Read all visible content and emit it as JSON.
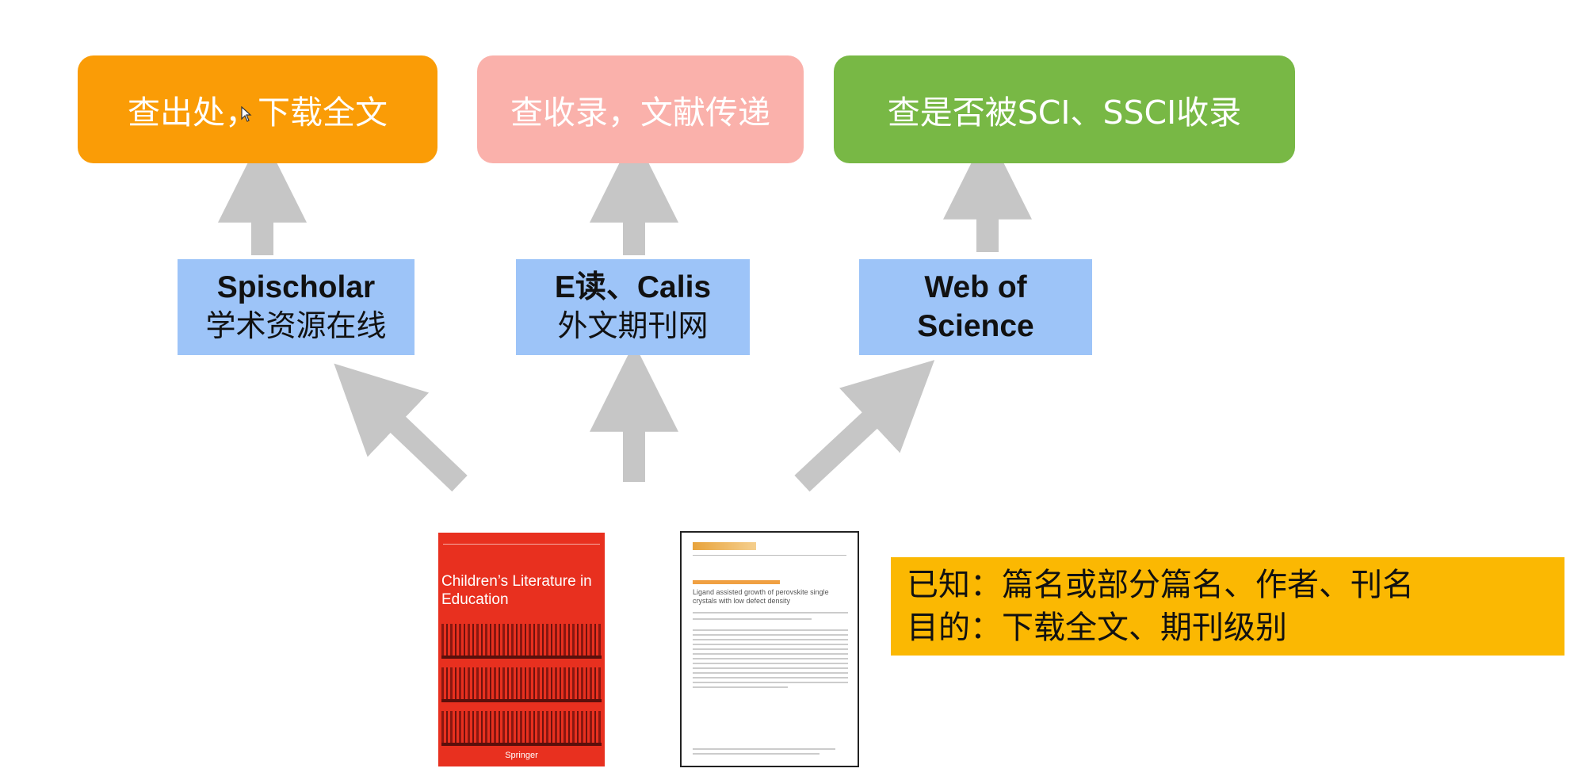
{
  "goals": {
    "left": "查出处，下载全文",
    "middle": "查收录，文献传递",
    "right": "查是否被SCI、SSCI收录"
  },
  "tools": {
    "spischolar": {
      "line1": "Spischolar",
      "line2": "学术资源在线"
    },
    "edu_calis": {
      "line1": "E读、Calis",
      "line2": "外文期刊网"
    },
    "wos": {
      "line1": "Web of",
      "line2": "Science"
    }
  },
  "samples": {
    "journal_cover_title": "Children’s Literature in Education",
    "journal_publisher": "Springer",
    "paper_title": "Ligand assisted growth of perovskite single crystals with low defect density"
  },
  "note": {
    "line1": "已知：篇名或部分篇名、作者、刊名",
    "line2": "目的：下载全文、期刊级别"
  },
  "colors": {
    "goal_orange": "#fa9c06",
    "goal_pink": "#fab1ab",
    "goal_green": "#78b845",
    "tool_blue": "#9dc4f8",
    "arrow_gray": "#c6c6c6",
    "note_yellow": "#fbb802",
    "cover_red": "#e8301f"
  }
}
